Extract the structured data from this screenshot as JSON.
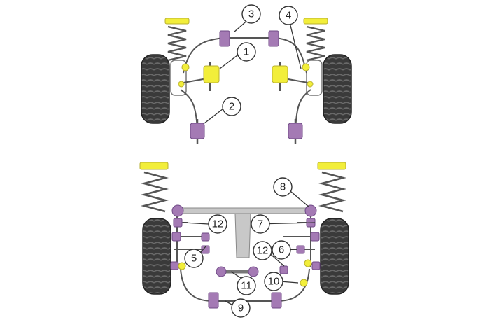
{
  "colors": {
    "tyre": "#3a3a3a",
    "tyre_tread": "#6a6a6a",
    "spring": "#555555",
    "bush_purple": "#a47ab4",
    "bush_purple_dark": "#6f4a86",
    "bush_yellow": "#f2ee3a",
    "bush_yellow_dark": "#b8b030",
    "bolt": "#555555",
    "frame": "#b0b0b0"
  },
  "callouts": [
    {
      "id": "c1",
      "label": "1"
    },
    {
      "id": "c2",
      "label": "2"
    },
    {
      "id": "c3",
      "label": "3"
    },
    {
      "id": "c4",
      "label": "4"
    },
    {
      "id": "c5",
      "label": "5"
    },
    {
      "id": "c6",
      "label": "6"
    },
    {
      "id": "c7",
      "label": "7"
    },
    {
      "id": "c8",
      "label": "8"
    },
    {
      "id": "c9",
      "label": "9"
    },
    {
      "id": "c10",
      "label": "10"
    },
    {
      "id": "c11",
      "label": "11"
    },
    {
      "id": "c12a",
      "label": "12"
    },
    {
      "id": "c12b",
      "label": "12"
    }
  ]
}
